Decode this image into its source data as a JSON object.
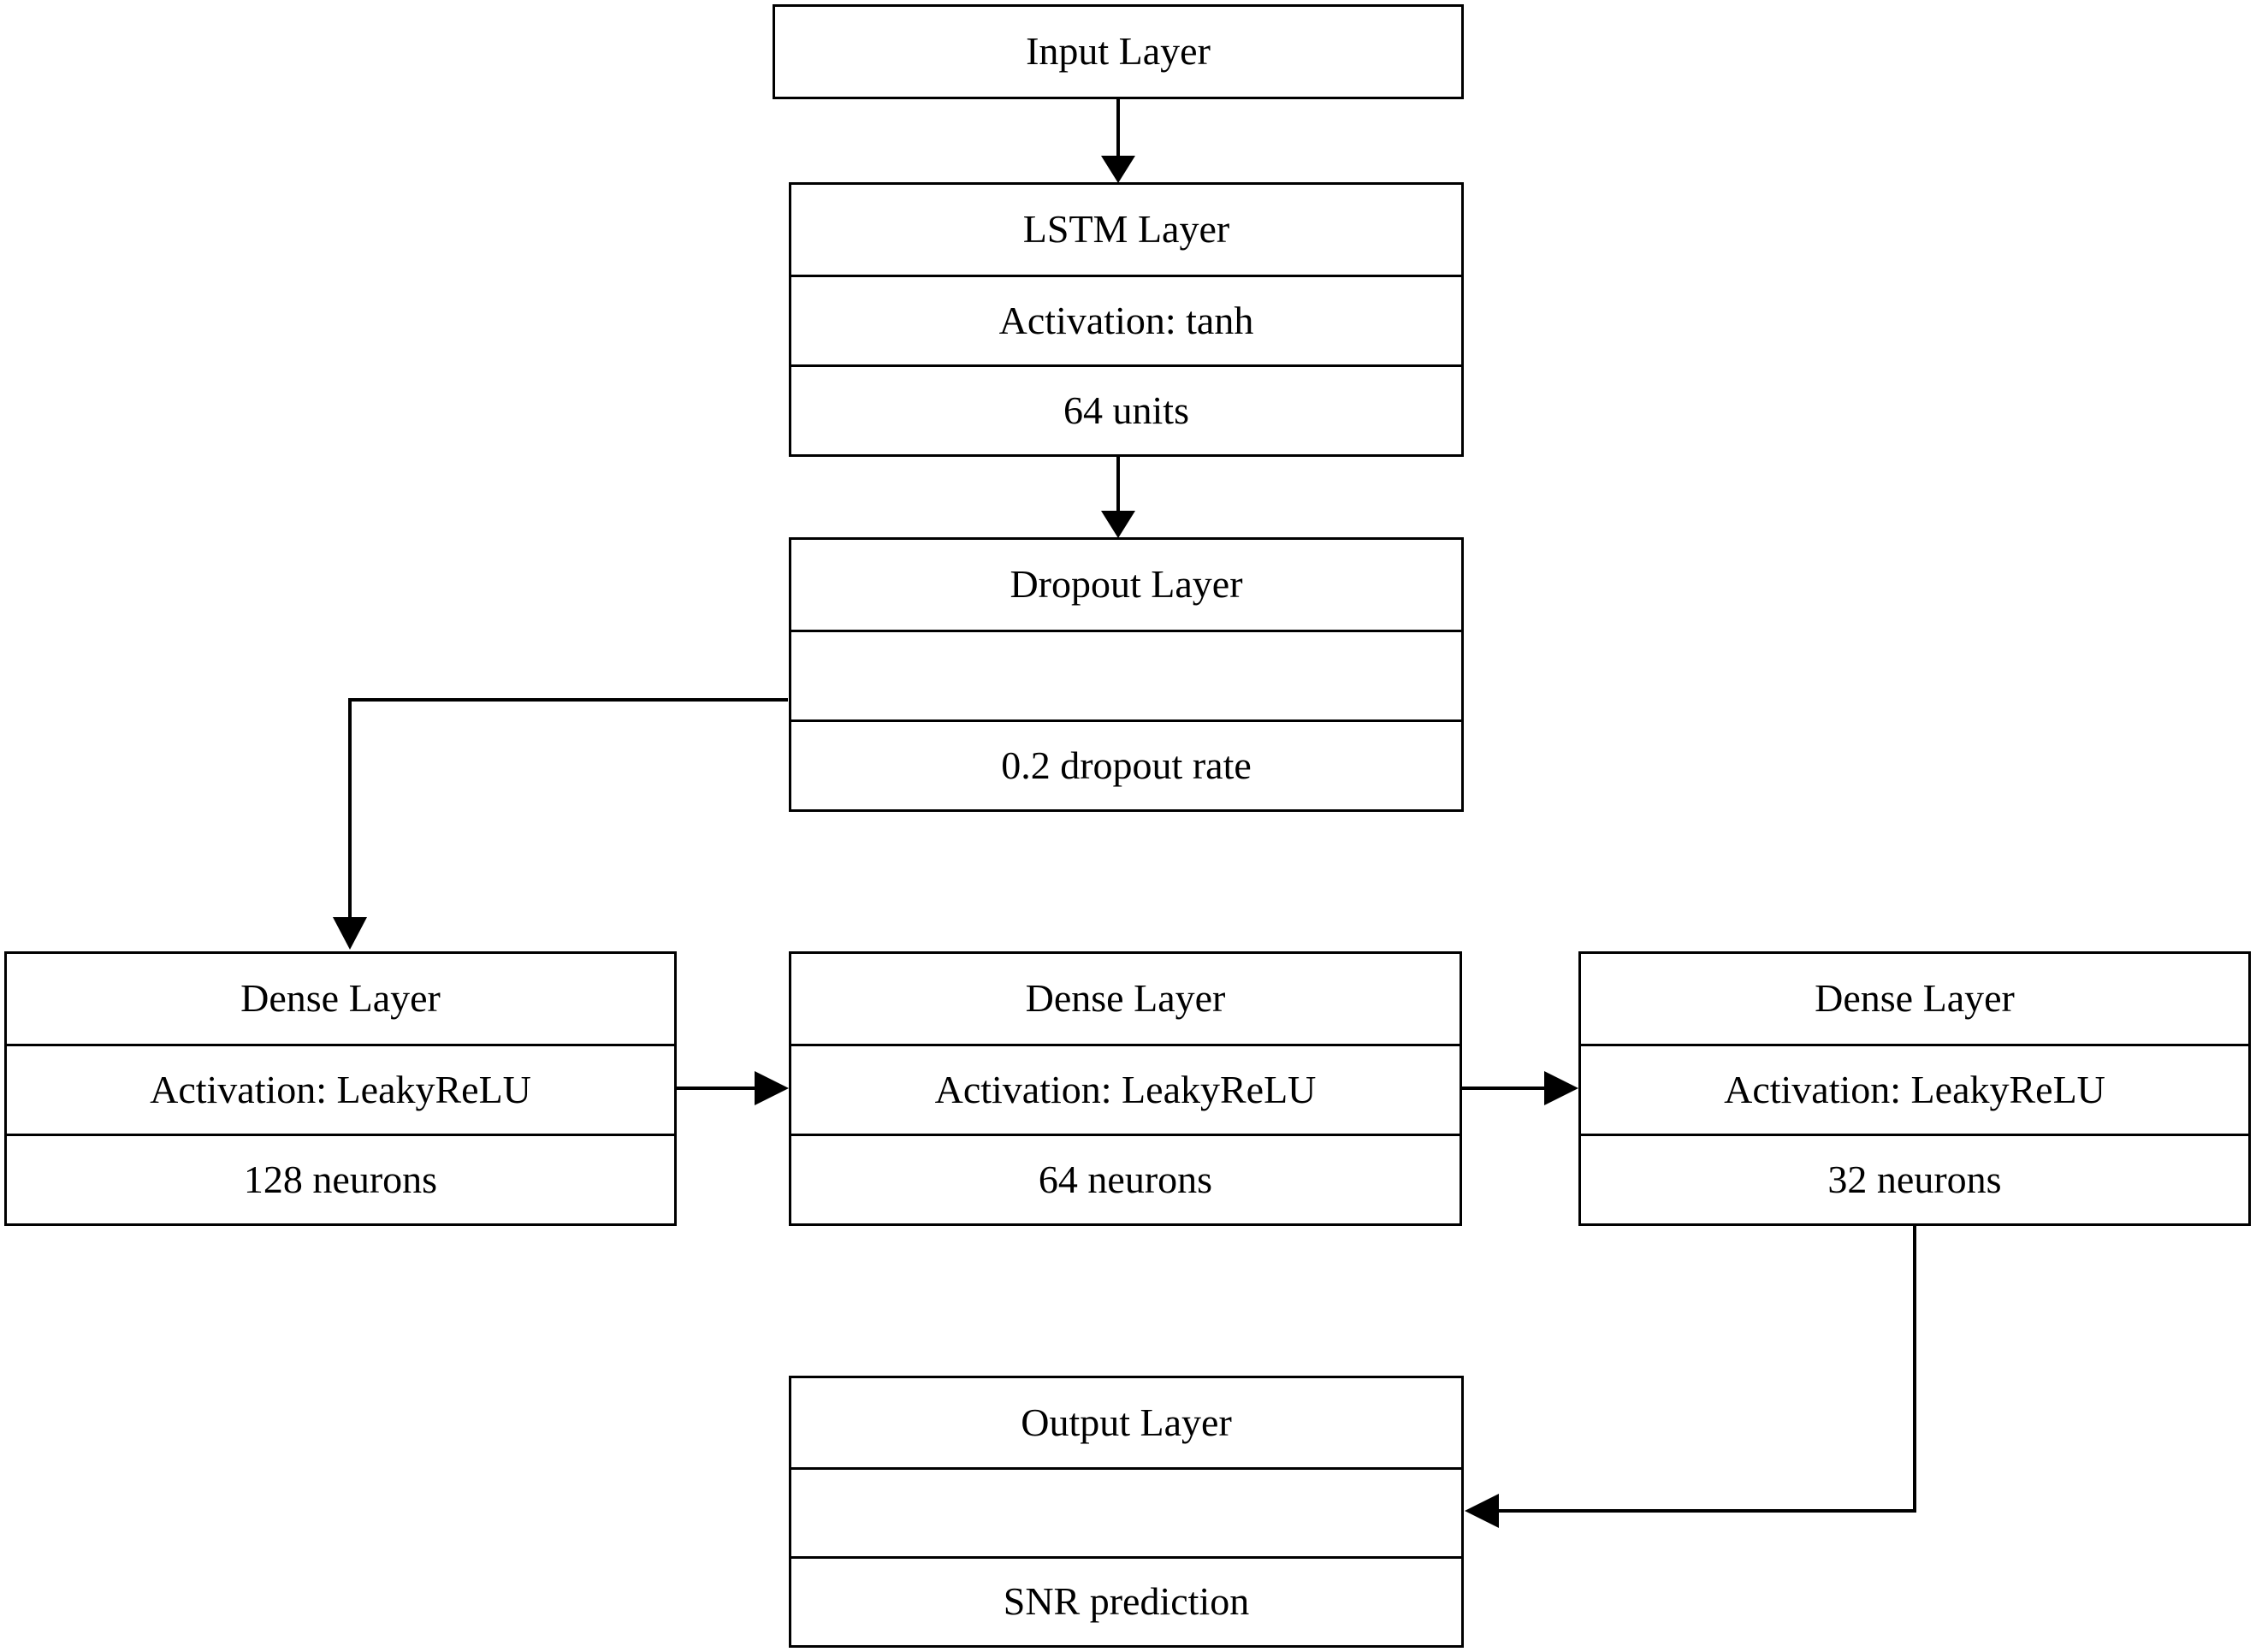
{
  "diagram": {
    "title": "Neural network architecture flowchart",
    "background_color": "#ffffff",
    "line_color": "#000000",
    "nodes": [
      {
        "id": "input-layer",
        "name": "Input Layer",
        "rows": [
          "Input Layer"
        ]
      },
      {
        "id": "lstm-layer",
        "name": "LSTM Layer",
        "rows": [
          "LSTM Layer",
          "Activation: tanh",
          "64 units"
        ]
      },
      {
        "id": "dropout-layer",
        "name": "Dropout Layer",
        "rows": [
          "Dropout Layer",
          "",
          "0.2 dropout rate"
        ]
      },
      {
        "id": "dense-layer-1",
        "name": "Dense Layer 128",
        "rows": [
          "Dense Layer",
          "Activation: LeakyReLU",
          "128 neurons"
        ]
      },
      {
        "id": "dense-layer-2",
        "name": "Dense Layer 64",
        "rows": [
          "Dense Layer",
          "Activation: LeakyReLU",
          "64 neurons"
        ]
      },
      {
        "id": "dense-layer-3",
        "name": "Dense Layer 32",
        "rows": [
          "Dense Layer",
          "Activation: LeakyReLU",
          "32 neurons"
        ]
      },
      {
        "id": "output-layer",
        "name": "Output Layer",
        "rows": [
          "Output Layer",
          "",
          "SNR prediction"
        ]
      }
    ],
    "edges": [
      {
        "from": "input-layer",
        "to": "lstm-layer",
        "style": "straight-down"
      },
      {
        "from": "lstm-layer",
        "to": "dropout-layer",
        "style": "straight-down"
      },
      {
        "from": "dropout-layer",
        "to": "dense-layer-1",
        "style": "elbow-left-down"
      },
      {
        "from": "dense-layer-1",
        "to": "dense-layer-2",
        "style": "straight-right"
      },
      {
        "from": "dense-layer-2",
        "to": "dense-layer-3",
        "style": "straight-right"
      },
      {
        "from": "dense-layer-3",
        "to": "output-layer",
        "style": "elbow-down-left"
      }
    ]
  }
}
